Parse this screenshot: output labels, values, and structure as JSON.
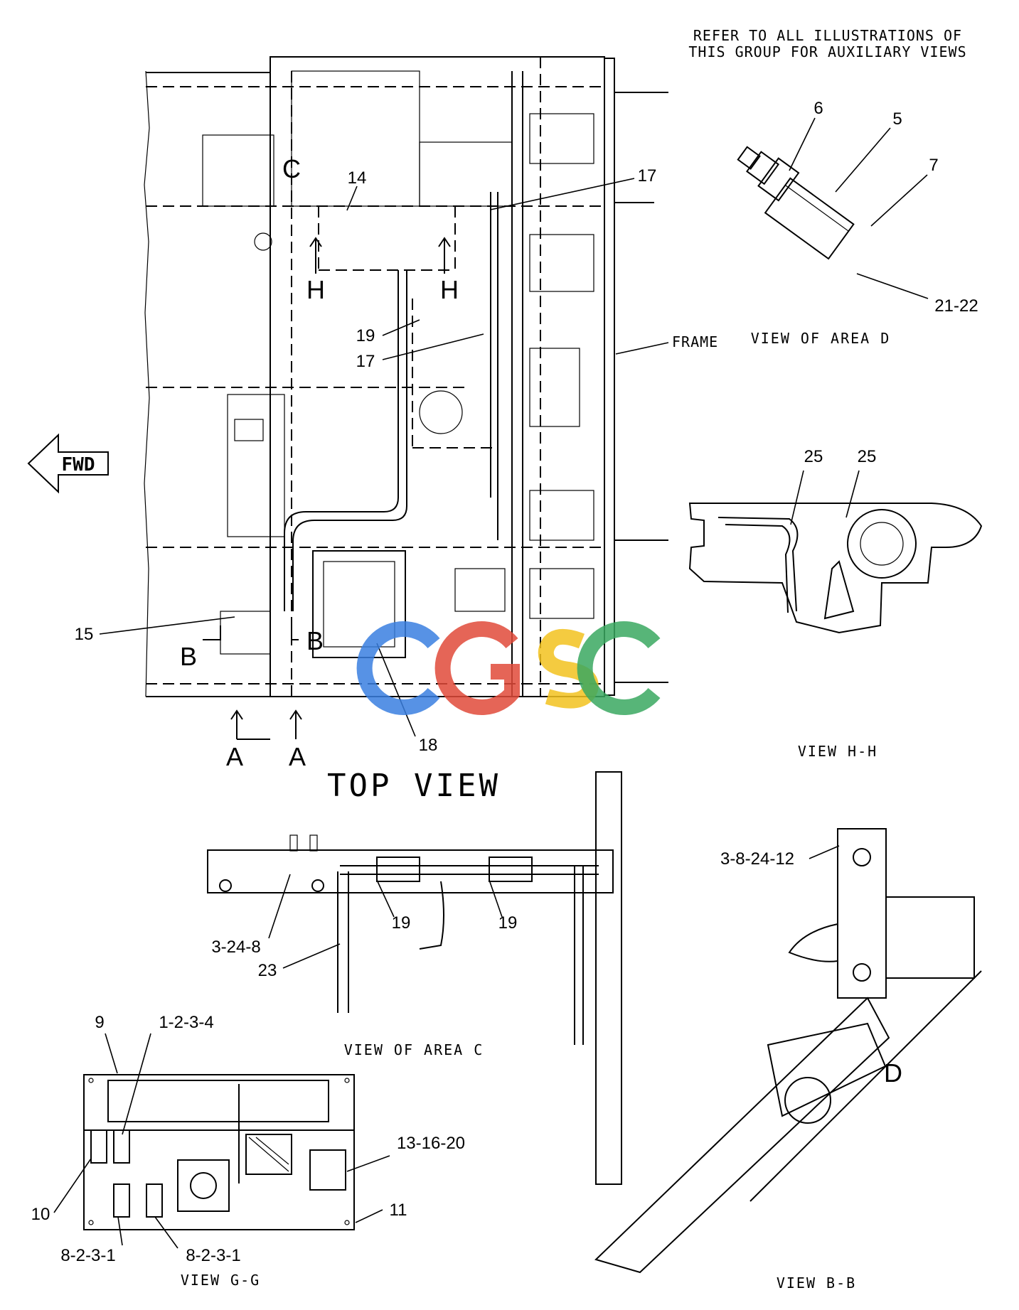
{
  "note": {
    "line1": "REFER TO ALL ILLUSTRATIONS OF",
    "line2": "THIS GROUP FOR AUXILIARY VIEWS"
  },
  "top_view": {
    "title": "TOP VIEW",
    "fwd": "FWD",
    "frame": "FRAME",
    "section_letters": {
      "c": "C",
      "h_left": "H",
      "h_right": "H",
      "b_left": "B",
      "b_right": "B",
      "a_left": "A",
      "a_right": "A"
    },
    "callouts": {
      "c14": "14",
      "c17a": "17",
      "c19": "19",
      "c17b": "17",
      "c15": "15",
      "c18": "18"
    }
  },
  "area_d": {
    "caption": "VIEW OF AREA D",
    "callouts": {
      "c6": "6",
      "c5": "5",
      "c7": "7",
      "c21_22": "21-22"
    }
  },
  "view_hh": {
    "caption": "VIEW H-H",
    "callouts": {
      "c25a": "25",
      "c25b": "25"
    }
  },
  "area_c": {
    "caption": "VIEW OF AREA C",
    "callouts": {
      "c3_24_8": "3-24-8",
      "c23": "23",
      "c19a": "19",
      "c19b": "19"
    }
  },
  "view_gg": {
    "caption": "VIEW G-G",
    "callouts": {
      "c9": "9",
      "c1_2_3_4": "1-2-3-4",
      "c13_16_20": "13-16-20",
      "c10": "10",
      "c11": "11",
      "c8_2_3_1a": "8-2-3-1",
      "c8_2_3_1b": "8-2-3-1"
    }
  },
  "view_bb": {
    "caption": "VIEW B-B",
    "letter_d": "D",
    "callouts": {
      "c3_8_24_12": "3-8-24-12"
    }
  },
  "watermark": {
    "letters": [
      "C",
      "G",
      "S",
      "C"
    ],
    "colors": [
      "#3a7fe0",
      "#e04a3a",
      "#f2c21f",
      "#3aa860"
    ]
  }
}
